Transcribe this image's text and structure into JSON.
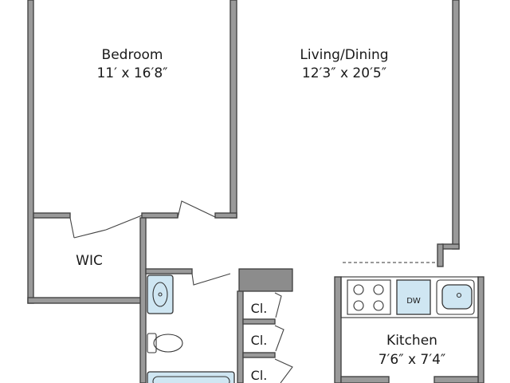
{
  "rooms": {
    "bedroom": {
      "name": "Bedroom",
      "dimensions": "11′ x 16′8″"
    },
    "living_dining": {
      "name": "Living/Dining",
      "dimensions": "12′3″ x 20′5″"
    },
    "wic": {
      "name": "WIC"
    },
    "kitchen": {
      "name": "Kitchen",
      "dimensions": "7′6″ x 7′4″"
    }
  },
  "closets": [
    "Cl.",
    "Cl.",
    "Cl."
  ],
  "appliances": {
    "dishwasher": "DW"
  },
  "colors": {
    "wall": "#9a9a9a",
    "fixture": "#cfe6f2",
    "outline": "#333333"
  }
}
